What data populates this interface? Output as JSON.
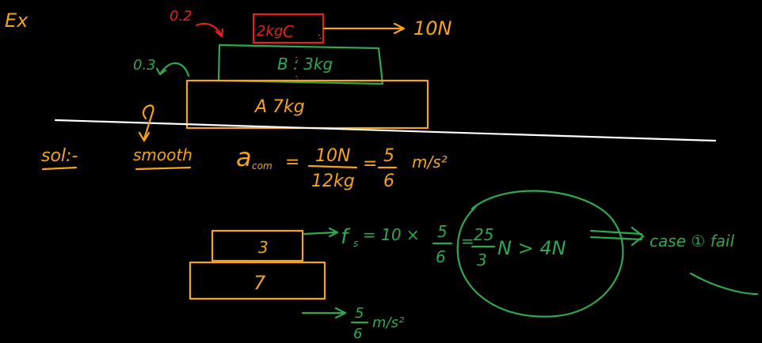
{
  "heading": "Ex",
  "block_c": {
    "mass_label": "2kg",
    "name": "C"
  },
  "block_b": {
    "label": "B : 3kg"
  },
  "block_a": {
    "label": "A   7kg"
  },
  "mu_top": "0.2",
  "mu_mid": "0.3",
  "applied_force": "10N",
  "ground_note": "smooth",
  "solution_label": "sol:-",
  "acom": {
    "lhs": "a",
    "sub": "com",
    "eq": "=",
    "num": "10N",
    "den": "12kg",
    "eq2": "=",
    "num2": "5",
    "den2": "6",
    "unit": "m/s²"
  },
  "sub_blocks": {
    "top": "3",
    "bottom": "7"
  },
  "friction": {
    "symbol": "f",
    "sub": "s",
    "expr": "= 10 ×",
    "num": "5",
    "den": "6",
    "eq": "=",
    "num2": "25",
    "den2": "3",
    "tail": "N > 4N"
  },
  "conclusion": "case ① fail",
  "bottom_accel": {
    "num": "5",
    "den": "6",
    "unit": "m/s²"
  },
  "colors": {
    "orange": "#f5a31c",
    "green": "#2fa84f",
    "red": "#e3211c",
    "white": "#ffffff",
    "background": "#000000"
  }
}
